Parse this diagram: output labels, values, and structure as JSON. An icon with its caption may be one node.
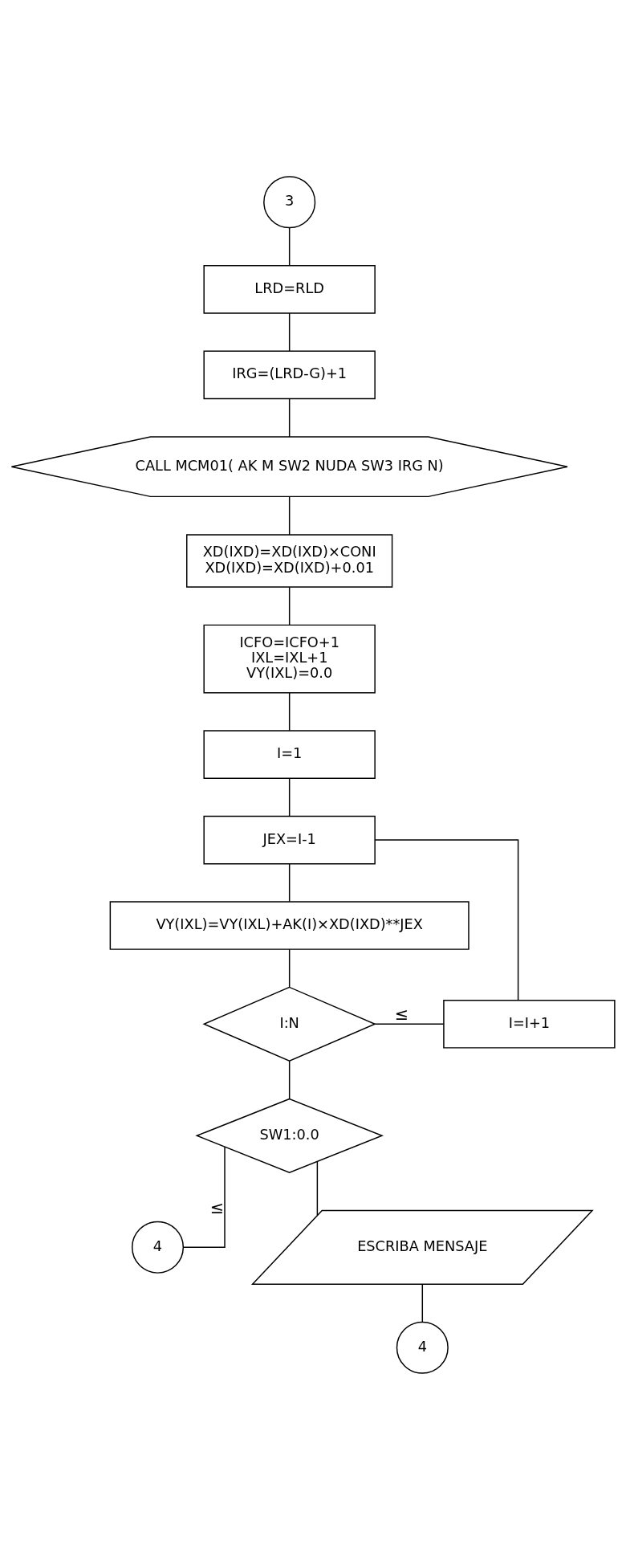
{
  "diagram": {
    "nodes": [
      {
        "text": [
          "3"
        ]
      },
      {
        "text": [
          "LRD=RLD"
        ]
      },
      {
        "text": [
          "IRG=(LRD-G)+1"
        ]
      },
      {
        "text": [
          "CALL MCM01( AK M SW2 NUDA SW3 IRG N)"
        ]
      },
      {
        "text": [
          "XD(IXD)=XD(IXD)×CONI",
          "XD(IXD)=XD(IXD)+0.01"
        ]
      },
      {
        "text": [
          "ICFO=ICFO+1",
          "IXL=IXL+1",
          "VY(IXL)=0.0"
        ]
      },
      {
        "text": [
          "I=1"
        ]
      },
      {
        "text": [
          "JEX=I-1"
        ]
      },
      {
        "text": [
          "VY(IXL)=VY(IXL)+AK(I)×XD(IXD)**JEX"
        ]
      },
      {
        "text": [
          "I:N"
        ]
      },
      {
        "text": [
          "I=I+1"
        ]
      },
      {
        "text": [
          "SW1:0.0"
        ]
      },
      {
        "text": [
          "4"
        ]
      },
      {
        "text": [
          "ESCRIBA MENSAJE"
        ]
      },
      {
        "text": [
          "4"
        ]
      }
    ],
    "edges": [
      {
        "from": 0,
        "to": 1,
        "arrow": "none"
      },
      {
        "from": 1,
        "to": 2,
        "arrow": "none"
      },
      {
        "from": 2,
        "to": 3,
        "arrow": "none"
      },
      {
        "from": 3,
        "to": 4,
        "arrow": "none"
      },
      {
        "from": 4,
        "to": 5,
        "arrow": "none"
      },
      {
        "from": 5,
        "to": 6,
        "arrow": "none"
      },
      {
        "from": 6,
        "to": 7,
        "arrow": "none"
      },
      {
        "from": 7,
        "to": 8,
        "arrow": "none"
      },
      {
        "from": 8,
        "to": 9,
        "arrow": "none"
      },
      {
        "from": 9,
        "to": 10,
        "arrow": "none",
        "label": "≤"
      },
      {
        "from": 10,
        "to": 7,
        "arrow": "none"
      },
      {
        "from": 9,
        "to": 11,
        "arrow": "none"
      },
      {
        "from": 11,
        "to": 12,
        "arrow": "none",
        "label": "≤"
      },
      {
        "from": 11,
        "to": 13,
        "arrow": "none"
      },
      {
        "from": 13,
        "to": 14,
        "arrow": "none"
      }
    ]
  }
}
